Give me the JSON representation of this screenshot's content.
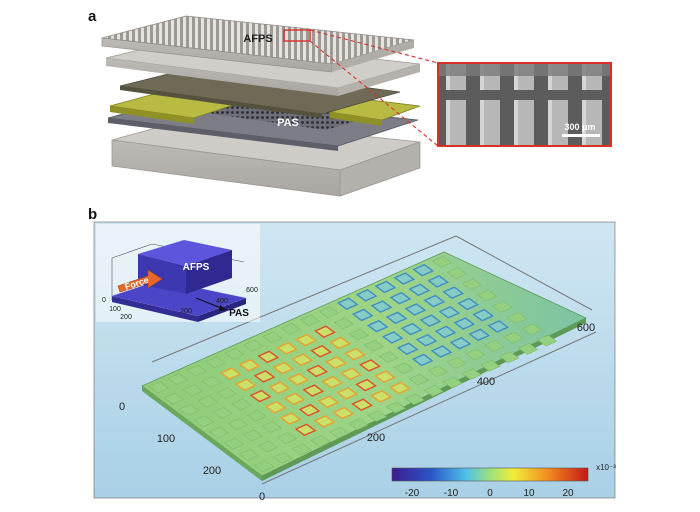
{
  "panel_a": {
    "letter": "a",
    "label_afps": "AFPS",
    "label_pas": "PAS",
    "scale_bar": "300 μm"
  },
  "panel_b": {
    "letter": "b",
    "inset": {
      "label_afps": "AFPS",
      "label_force": "Force",
      "label_pas": "PAS",
      "ticks": [
        "0",
        "100",
        "200",
        "200",
        "400",
        "600"
      ]
    },
    "axis_ticks": {
      "left_axis": [
        "0",
        "100",
        "200"
      ],
      "bottom_axis_start": "0",
      "long_axis": [
        "200",
        "400",
        "600"
      ]
    },
    "colorbar": {
      "ticks": [
        "-20",
        "-10",
        "0",
        "10",
        "20"
      ],
      "exponent": "x10⁻³"
    }
  },
  "colors": {
    "sheet_gray": "#cfccc8",
    "electrode_yellow": "#b3b43c",
    "pas_dark": "#7a7a86",
    "field_green": "#86c87a",
    "background_blue": "#b9d9ea",
    "zoom_red": "#d9302a"
  }
}
